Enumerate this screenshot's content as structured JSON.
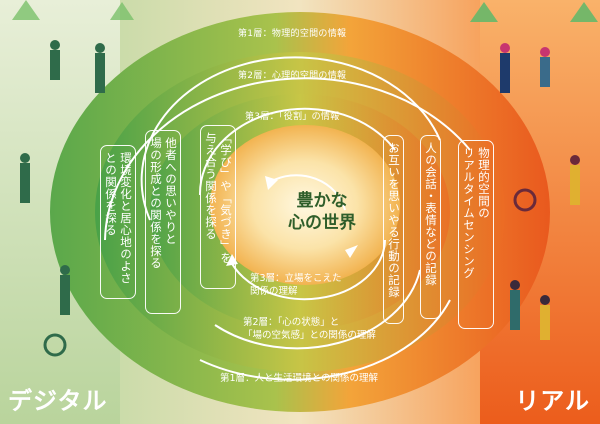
{
  "center": {
    "line1": "豊かな",
    "line2": "心の世界"
  },
  "layers_top": {
    "l1": "第1層：物理的空間の情報",
    "l2": "第2層：心理的空間の情報",
    "l3": "第3層：「役割」の情報"
  },
  "layers_bottom": {
    "l3_line1": "第3層：立場をこえた",
    "l3_line2": "関係の理解",
    "l2_line1": "第2層：「心の状態」と",
    "l2_line2": "「場の空気感」との関係の理解",
    "l1": "第1層：人と生活環境との関係の理解"
  },
  "left_labels": {
    "outer": "環境変化と居心地のよさ\nとの関係を探る",
    "middle": "他者への思いやりと\n場の形成との関係を探る",
    "inner": "「学び」や「気づき」を\n与え合う関係を探る"
  },
  "right_labels": {
    "inner": "お互いを思いやる行動の記録",
    "middle": "人の会話・表情などの記録",
    "outer": "物理的空間の\nリアルタイムセンシング"
  },
  "corners": {
    "left": "デジタル",
    "right": "リアル"
  },
  "colors": {
    "green": "#3d9a3f",
    "orange": "#ee6a25",
    "cream": "#f6e6b8"
  }
}
